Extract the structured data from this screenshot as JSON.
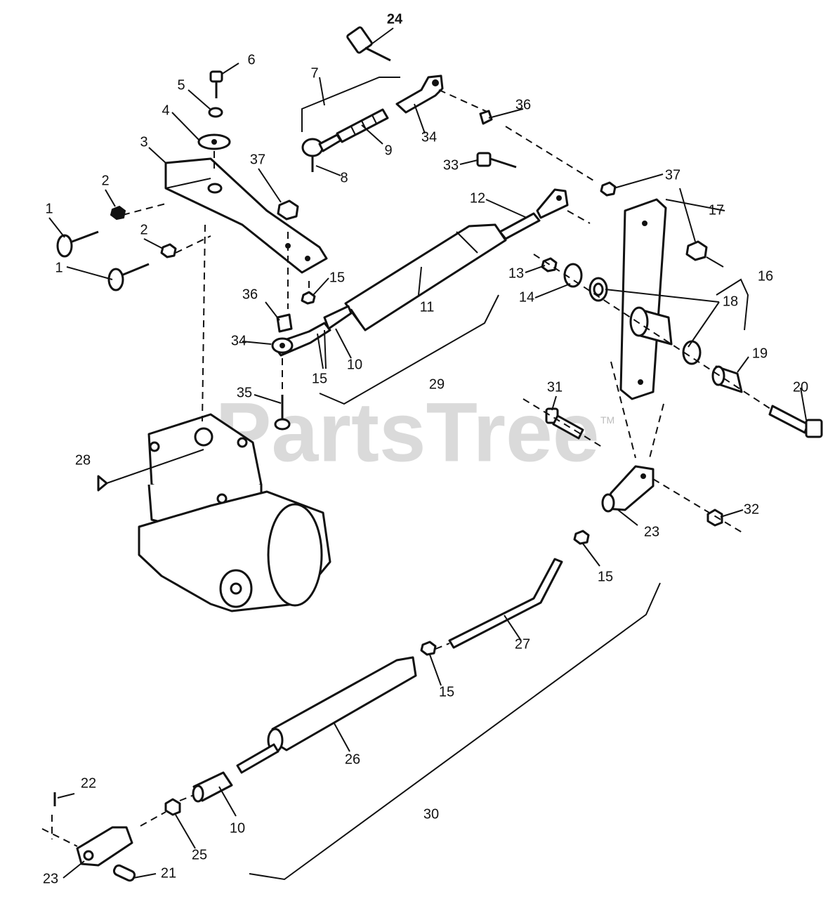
{
  "watermark": {
    "text": "PartsTree",
    "trademark": "TM"
  },
  "callouts": {
    "c1a": "1",
    "c1b": "1",
    "c2a": "2",
    "c2b": "2",
    "c3": "3",
    "c4": "4",
    "c5": "5",
    "c6": "6",
    "c7": "7",
    "c8": "8",
    "c9": "9",
    "c10a": "10",
    "c10b": "10",
    "c11": "11",
    "c12": "12",
    "c13": "13",
    "c14": "14",
    "c15a": "15",
    "c15b": "15",
    "c15c": "15",
    "c15d": "15",
    "c16": "16",
    "c17": "17",
    "c18": "18",
    "c19": "19",
    "c20": "20",
    "c21": "21",
    "c22": "22",
    "c23a": "23",
    "c23b": "23",
    "c24": "24",
    "c25": "25",
    "c26": "26",
    "c27": "27",
    "c28": "28",
    "c29": "29",
    "c30": "30",
    "c31": "31",
    "c32": "32",
    "c33": "33",
    "c34a": "34",
    "c34b": "34",
    "c35": "35",
    "c36a": "36",
    "c36b": "36",
    "c37a": "37",
    "c37b": "37"
  },
  "colors": {
    "ink": "#111111",
    "paper": "#ffffff",
    "watermark": "#bdbdbd"
  }
}
